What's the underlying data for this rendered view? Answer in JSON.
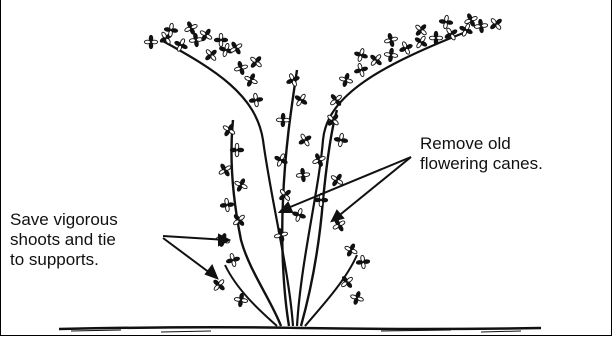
{
  "labels": {
    "save": [
      "Save vigorous",
      "shoots and tie",
      "to supports."
    ],
    "remove": [
      "Remove old",
      "flowering canes."
    ]
  },
  "colors": {
    "ink": "#111111",
    "background": "#ffffff"
  }
}
